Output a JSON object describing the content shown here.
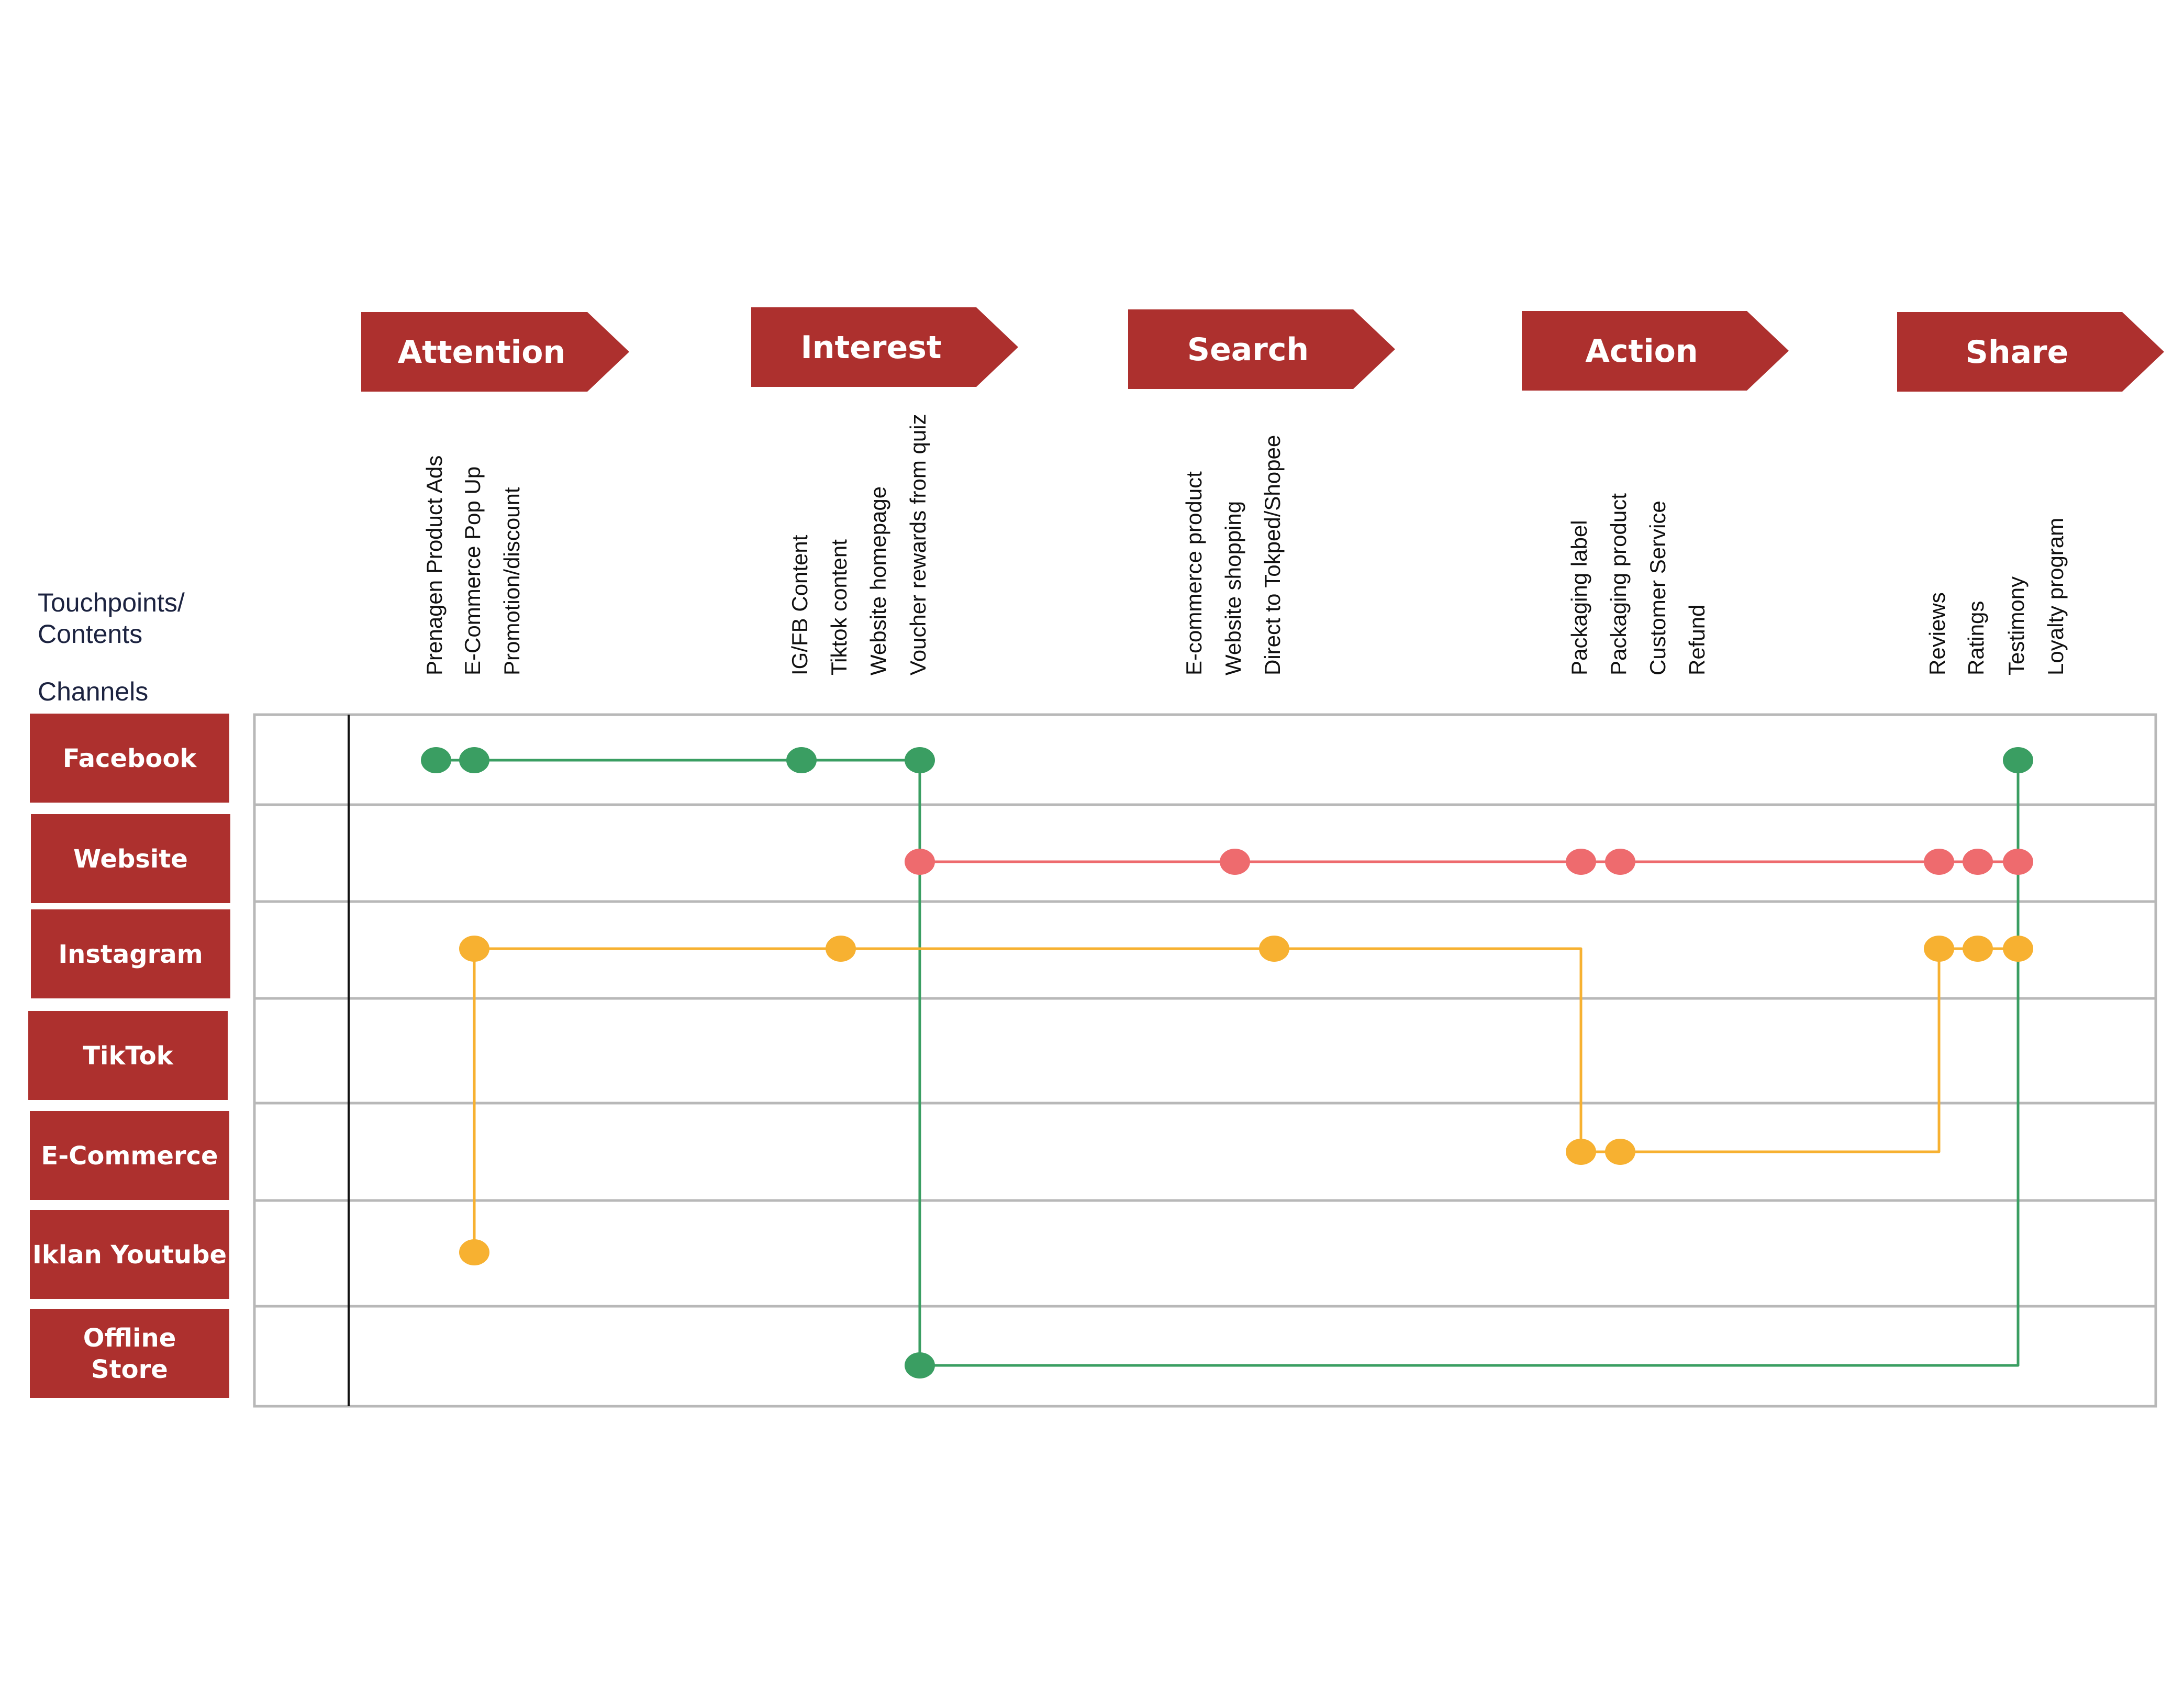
{
  "colors": {
    "stage_fill": "#ad302e",
    "channel_fill": "#ad302e",
    "grid_line": "#b8b8b8",
    "facebook_path": "#3a9e62",
    "website_path": "#ee6b6e",
    "instagram_path": "#f7b131"
  },
  "labels": {
    "touchpoints": [
      "Touchpoints/",
      "Contents"
    ],
    "channels": "Channels"
  },
  "stages": [
    {
      "name": "Attention",
      "touchpoints": [
        "Prenagen Product Ads",
        "E-Commerce Pop Up",
        "Promotion/discount"
      ]
    },
    {
      "name": "Interest",
      "touchpoints": [
        "IG/FB Content",
        "Tiktok content",
        "Website homepage",
        "Voucher rewards from quiz"
      ]
    },
    {
      "name": "Search",
      "touchpoints": [
        "E-commerce product",
        "Website shopping",
        "Direct to Tokped/Shopee"
      ]
    },
    {
      "name": "Action",
      "touchpoints": [
        "Packaging label",
        "Packaging product",
        "Customer Service",
        "Refund"
      ]
    },
    {
      "name": "Share",
      "touchpoints": [
        "Reviews",
        "Ratings",
        "Testimony",
        "Loyalty program"
      ]
    }
  ],
  "channels": [
    {
      "lines": [
        "Facebook"
      ]
    },
    {
      "lines": [
        "Website"
      ]
    },
    {
      "lines": [
        "Instagram"
      ]
    },
    {
      "lines": [
        "TikTok"
      ]
    },
    {
      "lines": [
        "E-Commerce"
      ]
    },
    {
      "lines": [
        "Iklan Youtube"
      ]
    },
    {
      "lines": [
        "Offline",
        "Store"
      ]
    }
  ],
  "journeys": [
    {
      "color_key": "facebook_path",
      "points": [
        {
          "channel": "Facebook",
          "touchpoint": "Prenagen Product Ads"
        },
        {
          "channel": "Facebook",
          "touchpoint": "E-Commerce Pop Up"
        },
        {
          "channel": "Facebook",
          "touchpoint": "IG/FB Content"
        },
        {
          "channel": "Facebook",
          "touchpoint": "Voucher rewards from quiz"
        },
        {
          "channel": "Offline Store",
          "touchpoint": "Voucher rewards from quiz"
        },
        {
          "channel": "Facebook",
          "touchpoint": "Testimony"
        }
      ]
    },
    {
      "color_key": "website_path",
      "points": [
        {
          "channel": "Website",
          "touchpoint": "Voucher rewards from quiz"
        },
        {
          "channel": "Website",
          "touchpoint": "Website shopping"
        },
        {
          "channel": "Website",
          "touchpoint": "Packaging label"
        },
        {
          "channel": "Website",
          "touchpoint": "Packaging product"
        },
        {
          "channel": "Website",
          "touchpoint": "Reviews"
        },
        {
          "channel": "Website",
          "touchpoint": "Ratings"
        },
        {
          "channel": "Website",
          "touchpoint": "Testimony"
        }
      ]
    },
    {
      "color_key": "instagram_path",
      "points": [
        {
          "channel": "Iklan Youtube",
          "touchpoint": "E-Commerce Pop Up"
        },
        {
          "channel": "Instagram",
          "touchpoint": "E-Commerce Pop Up"
        },
        {
          "channel": "Instagram",
          "touchpoint": "Tiktok content"
        },
        {
          "channel": "Instagram",
          "touchpoint": "Direct to Tokped/Shopee"
        },
        {
          "channel": "E-Commerce",
          "touchpoint": "Packaging label"
        },
        {
          "channel": "E-Commerce",
          "touchpoint": "Packaging product"
        },
        {
          "channel": "Instagram",
          "touchpoint": "Reviews"
        },
        {
          "channel": "Instagram",
          "touchpoint": "Ratings"
        },
        {
          "channel": "Instagram",
          "touchpoint": "Testimony"
        }
      ]
    }
  ]
}
